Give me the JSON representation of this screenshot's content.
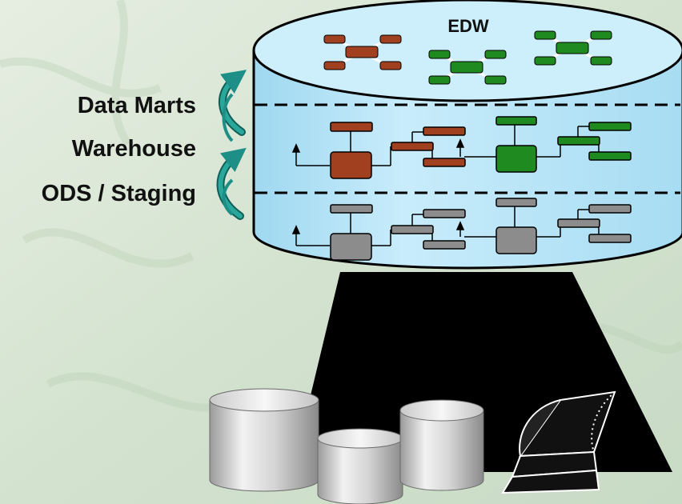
{
  "edw_title": "EDW",
  "layers": {
    "data_marts": "Data Marts",
    "warehouse": "Warehouse",
    "ods_staging": "ODS / Staging"
  },
  "colors": {
    "background": "#d8e5d4",
    "cylinder_fill": "#b9e6f8",
    "cylinder_top": "#cdeefb",
    "data_mart_red": "#a0401e",
    "data_mart_green": "#1f8a1f",
    "staging_gray": "#8c8c8c",
    "arrow_teal": "#1e8f86",
    "funnel": "#000000"
  }
}
